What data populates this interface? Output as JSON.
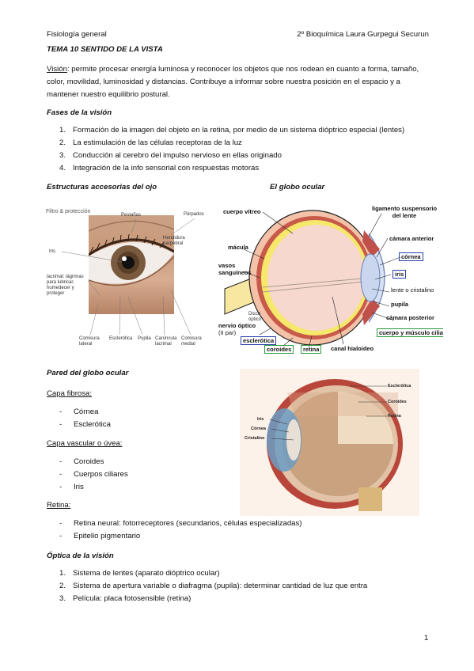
{
  "header": {
    "left": "Fisiología general",
    "right": "2º Bioquímica Laura Gurpegui Securun"
  },
  "title": "TEMA 10  SENTIDO DE LA VISTA",
  "intro": {
    "term": "Visión",
    "text": ": permite procesar energía luminosa y reconocer los objetos que nos rodean en cuanto a forma, tamaño, color, movilidad, luminosidad y distancias. Contribuye a informar sobre nuestra posición en el espacio y a mantener nuestro equilibrio postural."
  },
  "fases": {
    "heading": "Fases de la visión",
    "items": [
      {
        "num": "1.",
        "text": "Formación de la imagen del objeto en la retina, por medio de un sistema dióptrico especial (lentes)"
      },
      {
        "num": "2.",
        "text": "La estimulación de las células receptoras de la luz"
      },
      {
        "num": "3.",
        "text": "Conducción al cerebro del impulso nervioso en ellas originado"
      },
      {
        "num": "4.",
        "text": "Integración de la info sensorial con respuestas motoras"
      }
    ]
  },
  "estructuras": {
    "heading": "Estructuras accesorias del ojo",
    "figure": {
      "title": "Filtro & protección",
      "labels": {
        "pestanas": "Pestañas",
        "parpados": "Párpados",
        "hendidura": "Hendidura parpebral",
        "iris": "Iris",
        "lacrimal": "lacrimal: lágrimas para lubricar, humedecer y proteger",
        "comisura_lateral": "Comisura lateral",
        "esclerotica": "Esclerótica",
        "pupila": "Pupila",
        "caruncula": "Carúncula lacrimal",
        "comisura_medial": "Comisura medial"
      }
    }
  },
  "globo": {
    "heading": "El globo ocular",
    "labels": {
      "cuerpo_vitreo": "cuerpo vítreo",
      "ligamento": "ligamento suspensorio del lente",
      "macula": "mácula",
      "camara_anterior": "cámara anterior",
      "cornea": "córnea",
      "vasos": "vasos sanguíneos",
      "iris": "iris",
      "lente": "lente o cristalino",
      "pupila": "pupila",
      "disco": "Disco óptico",
      "nervio": "nervio óptico",
      "par": "(II par)",
      "camara_posterior": "cámara posterior",
      "cuerpo_ciliar": "cuerpo y músculo ciliar",
      "esclerotica": "esclerótica",
      "coroides": "coroides",
      "retina": "retina",
      "canal": "canal hialoideo"
    }
  },
  "pared": {
    "heading": "Pared del globo ocular",
    "groups": [
      {
        "title": "Capa fibrosa:",
        "items": [
          "Córnea",
          "Esclerótica"
        ]
      },
      {
        "title": "Capa vascular o úvea:",
        "items": [
          "Coroides",
          "Cuerpos ciliares",
          "Iris"
        ]
      },
      {
        "title": "Retina:",
        "items": [
          "Retina neural: fotorreceptores (secundarios, células especializadas)",
          "Epitelio pigmentario"
        ]
      }
    ],
    "figure_labels": {
      "esclerotica": "Esclerótica",
      "coroides": "Coroides",
      "retina": "Retina",
      "iris": "Iris",
      "cornea": "Córnea",
      "cristalino": "Cristalino"
    }
  },
  "optica": {
    "heading": "Óptica de la visión",
    "items": [
      {
        "num": "1.",
        "text": "Sistema de lentes (aparato dióptrico ocular)"
      },
      {
        "num": "2.",
        "text": "Sistema de apertura variable o diafragma (pupila): determinar cantidad de luz que entra"
      },
      {
        "num": "3.",
        "text": "Película: placa fotosensible (retina)"
      }
    ]
  },
  "page_number": "1"
}
